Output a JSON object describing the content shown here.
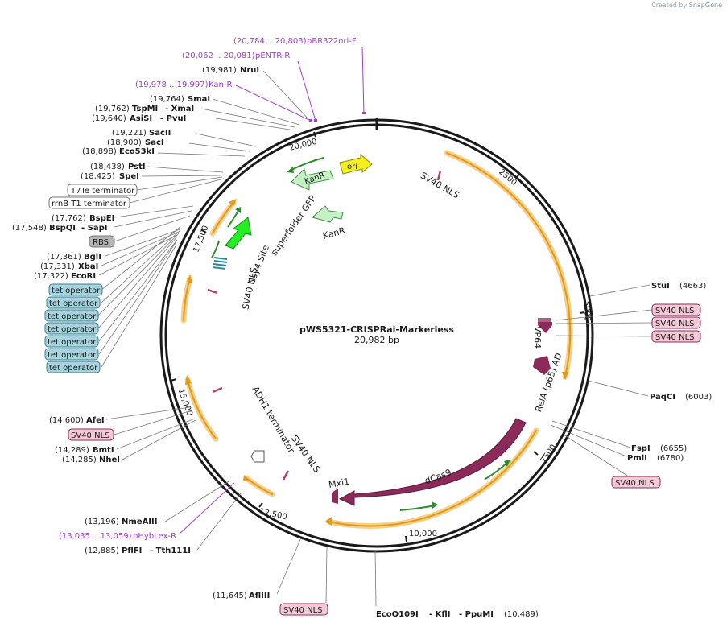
{
  "credit": {
    "prefix": "Created by",
    "brand": "SnapGene"
  },
  "plasmid": {
    "name": "pWS5321-CRISPRai-Markerless",
    "length_label": "20,982 bp"
  },
  "ticks": [
    "2500",
    "5000",
    "7500",
    "10,000",
    "12,500",
    "15,000",
    "17,500",
    "20,000"
  ],
  "features": {
    "sv40_top": "SV40 NLS",
    "vp64": "VP64",
    "relA": "RelA (p65) AD",
    "dcas9": "dCas9",
    "mxi1": "Mxi1",
    "sv40_lower": "SV40 NLS",
    "adh1": "ADH1 terminator",
    "sv40_left": "SV40 NLS",
    "csy4": "Csy4 Site",
    "sfgfp": "superfolder GFP",
    "kanr1": "KanR",
    "kanr2": "KanR",
    "ori": "ori"
  },
  "primers_top": [
    {
      "range": "(20,784 .. 20,803)",
      "name": "pBR322ori-F"
    },
    {
      "range": "(20,062 .. 20,081)",
      "name": "pENTR-R"
    },
    {
      "range": "(19,978 .. 19,997)",
      "name": "Kan-R"
    }
  ],
  "sites_left": [
    {
      "pos": "(19,981)",
      "name": "NruI"
    },
    {
      "pos": "(19,764)",
      "name": "SmaI"
    },
    {
      "pos": "(19,762)",
      "name": "TspMI",
      "alt": "- XmaI"
    },
    {
      "pos": "(19,640)",
      "name": "AsiSI",
      "alt": "- PvuI"
    },
    {
      "pos": "(19,221)",
      "name": "SacII"
    },
    {
      "pos": "(18,900)",
      "name": "SacI"
    },
    {
      "pos": "(18,898)",
      "name": "Eco53kI"
    },
    {
      "pos": "(18,438)",
      "name": "PstI"
    },
    {
      "pos": "(18,425)",
      "name": "SpeI"
    }
  ],
  "boxes_left_top": [
    "T7Te terminator",
    "rrnB T1 terminator"
  ],
  "sites_left_mid": [
    {
      "pos": "(17,762)",
      "name": "BspEI"
    },
    {
      "pos": "(17,548)",
      "name": "BspQI",
      "alt": "- SapI"
    }
  ],
  "rbs": "RBS",
  "sites_left_mid2": [
    {
      "pos": "(17,361)",
      "name": "BglI"
    },
    {
      "pos": "(17,331)",
      "name": "XbaI"
    },
    {
      "pos": "(17,322)",
      "name": "EcoRI"
    }
  ],
  "tet_operators": [
    "tet operator",
    "tet operator",
    "tet operator",
    "tet operator",
    "tet operator",
    "tet operator",
    "tet operator"
  ],
  "sites_left_low": [
    {
      "pos": "(14,600)",
      "name": "AfeI"
    },
    {
      "pos": "(14,289)",
      "name": "BmtI"
    },
    {
      "pos": "(14,285)",
      "name": "NheI"
    }
  ],
  "nls_left_low": "SV40 NLS",
  "sites_bottom_left": [
    {
      "pos": "(13,196)",
      "name": "NmeAIII"
    },
    {
      "pos": "(12,885)",
      "name": "PflFI",
      "alt": "- Tth111I"
    },
    {
      "pos": "(11,645)",
      "name": "AflIII"
    }
  ],
  "primer_bottom": {
    "range": "(13,035 .. 13,059)",
    "name": "pHybLex-R"
  },
  "nls_bottom": "SV40 NLS",
  "site_bottom_center": {
    "name": "EcoO109I",
    "alt1": "- KflI",
    "alt2": "- PpuMI",
    "pos": "(10,489)"
  },
  "sites_right": [
    {
      "name": "StuI",
      "pos": "(4663)"
    },
    {
      "name": "PaqCI",
      "pos": "(6003)"
    },
    {
      "name": "FspI",
      "pos": "(6655)"
    },
    {
      "name": "PmlI",
      "pos": "(6780)"
    }
  ],
  "nls_right": [
    "SV40 NLS",
    "SV40 NLS",
    "SV40 NLS",
    "SV40 NLS"
  ],
  "colors": {
    "backbone": "#1a1a1a",
    "primer": "#a03ec8",
    "nls": "#8c2a5a",
    "nls_box_fill": "#f2c9d4",
    "tet_fill": "#a7d3df",
    "rbs_fill": "#b5b5b5",
    "orange": "#f0a020",
    "gfp": "#22ee22",
    "kanr": "#c4f2c4",
    "ori": "#f4f01c",
    "csy4": "#2b8a9a"
  }
}
